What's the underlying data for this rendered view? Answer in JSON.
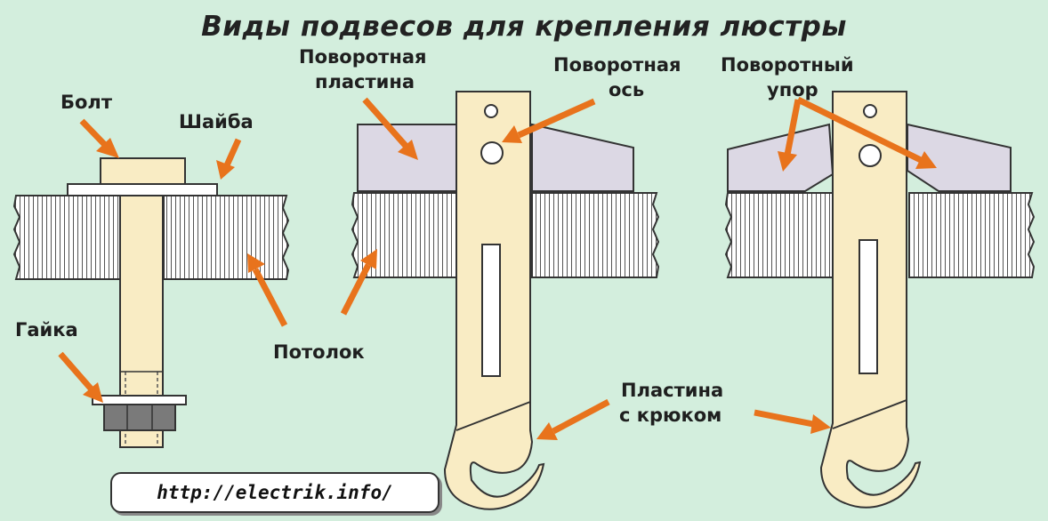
{
  "title": "Виды подвесов для крепления люстры",
  "labels": {
    "bolt": "Болт",
    "washer": "Шайба",
    "nut": "Гайка",
    "ceiling": "Потолок",
    "rotary_plate_line1": "Поворотная",
    "rotary_plate_line2": "пластина",
    "rotary_axis_line1": "Поворотная",
    "rotary_axis_line2": "ось",
    "rotary_stop_line1": "Поворотный",
    "rotary_stop_line2": "упор",
    "hook_plate_line1": "Пластина",
    "hook_plate_line2": "с крюком"
  },
  "url": "http://electrik.info/",
  "colors": {
    "background": "#d3eedd",
    "arrow": "#e8731c",
    "bolt": "#f9ecc4",
    "plate": "#dcd8e4",
    "ceiling": "#ffffff",
    "nut": "#7a7a7a"
  }
}
